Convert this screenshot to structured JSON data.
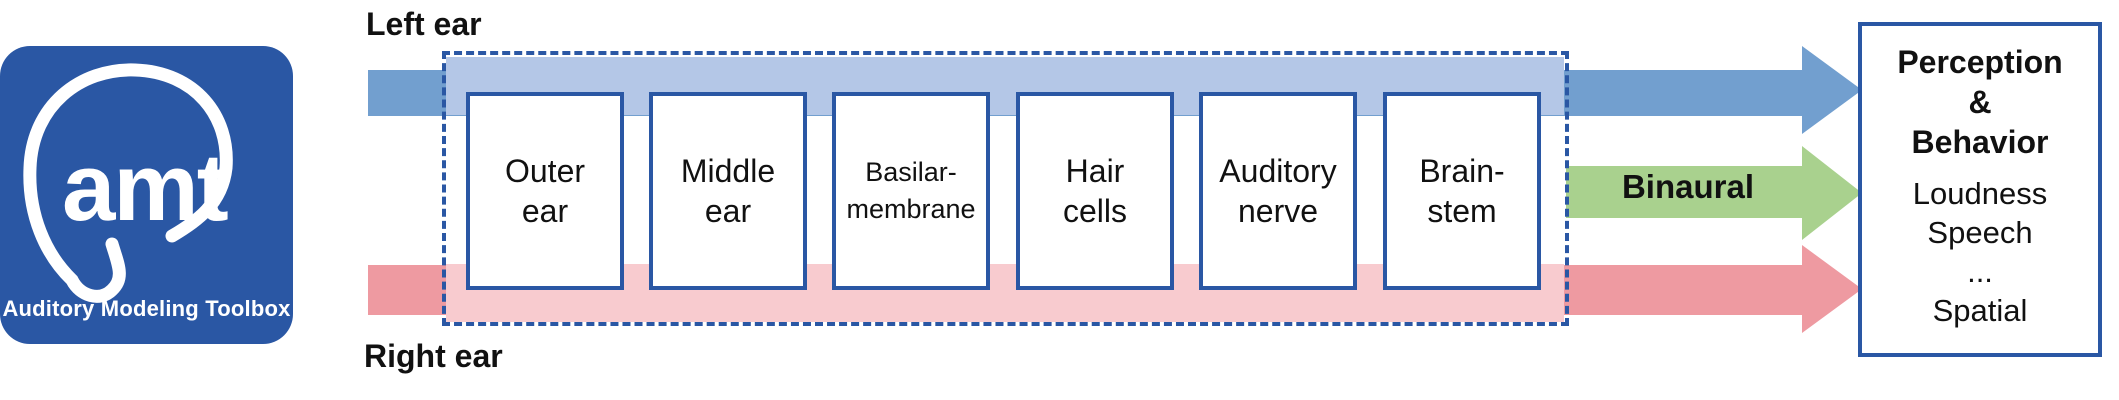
{
  "logo": {
    "mark_text": "amt",
    "caption": "Auditory Modeling Toolbox"
  },
  "ears": {
    "left_label": "Left ear",
    "right_label": "Right ear"
  },
  "stages": [
    {
      "label": "Outer\near"
    },
    {
      "label": "Middle\near"
    },
    {
      "label": "Basilar-\nmembrane"
    },
    {
      "label": "Hair\ncells"
    },
    {
      "label": "Auditory\nnerve"
    },
    {
      "label": "Brain-\nstem"
    }
  ],
  "binaural_label": "Binaural",
  "perception": {
    "title_line1": "Perception",
    "title_line2": "&",
    "title_line3": "Behavior",
    "items": [
      "Loudness",
      "Speech",
      "...",
      "Spatial"
    ]
  },
  "colors": {
    "logo_blue": "#2a57a4",
    "left_arrow": "#729fcf",
    "left_band": "#b4c7e7",
    "binaural_arrow": "#a9d18e",
    "right_arrow": "#ee9aa1",
    "right_band": "#f8cbcf",
    "frame": "#2a57a4"
  }
}
